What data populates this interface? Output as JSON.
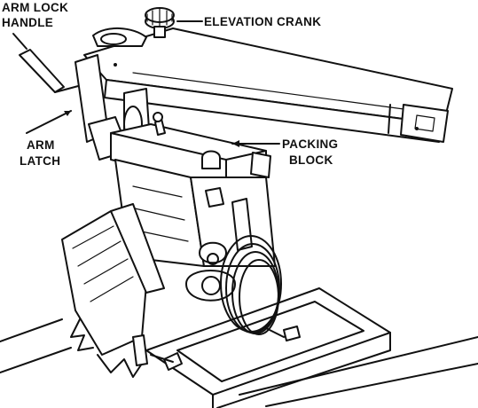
{
  "labels": {
    "arm_lock_handle_line1": "ARM LOCK",
    "arm_lock_handle_line2": "HANDLE",
    "elevation_crank": "ELEVATION CRANK",
    "arm_latch_line1": "ARM",
    "arm_latch_line2": "LATCH",
    "packing_block_line1": "PACKING",
    "packing_block_line2": "BLOCK"
  },
  "colors": {
    "ink": "#111111",
    "paper": "#ffffff"
  }
}
